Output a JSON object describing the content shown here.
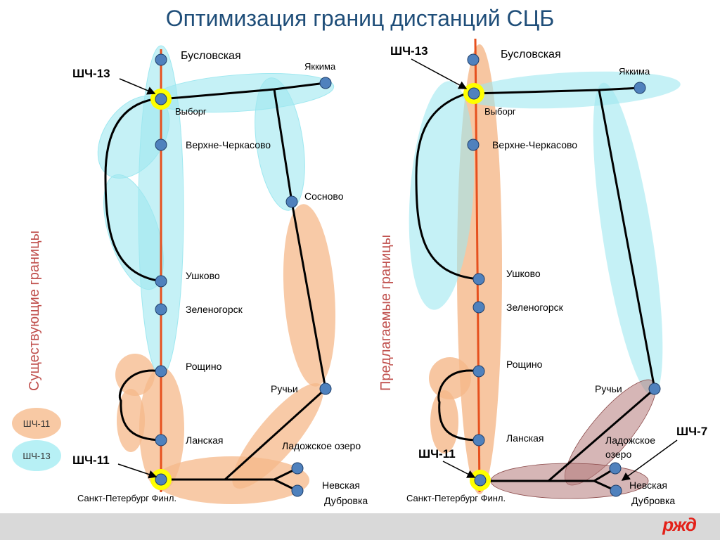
{
  "title": "Оптимизация границ дистанций СЦБ",
  "left_label": "Существующие границы",
  "right_label": "Предлагаемые границы",
  "legend": [
    {
      "label": "ШЧ-11",
      "color": "#f8c9a4"
    },
    {
      "label": "ШЧ-13",
      "color": "#b7f0f5"
    }
  ],
  "logo": "РЖД",
  "colors": {
    "rail": "#e6501e",
    "track": "#000000",
    "node": "#4f81bd",
    "zone_sh11": "#f5b88a",
    "zone_sh13": "#9fe8f0",
    "zone_sh7": "#b57a7a",
    "hub": "#ffff00"
  },
  "left": {
    "stations": {
      "buslovskaya": "Бусловская",
      "yakkima": "Яккима",
      "vyborg": "Выборг",
      "verkhne": "Верхне-Черкасово",
      "sosnovo": "Сосново",
      "ushkovo": "Ушково",
      "zelenogorsk": "Зеленогорск",
      "roschino": "Рощино",
      "ruchyi": "Ручьи",
      "lanskaya": "Ланская",
      "ladozhskoe": "Ладожское озеро",
      "nevskaya": "Невская",
      "dubrovka": "Дубровка",
      "spb": "Санкт-Петербург Финл."
    },
    "callouts": {
      "sh13": "ШЧ-13",
      "sh11": "ШЧ-11"
    }
  },
  "right": {
    "stations": {
      "buslovskaya": "Бусловская",
      "yakkima": "Яккима",
      "vyborg": "Выборг",
      "verkhne": "Верхне-Черкасово",
      "ushkovo": "Ушково",
      "zelenogorsk": "Зеленогорск",
      "roschino": "Рощино",
      "ruchyi": "Ручьи",
      "lanskaya": "Ланская",
      "ladozhskoe1": "Ладожское",
      "ladozhskoe2": "озеро",
      "nevskaya": "Невская",
      "dubrovka": "Дубровка",
      "spb": "Санкт-Петербург Финл."
    },
    "callouts": {
      "sh13": "ШЧ-13",
      "sh11": "ШЧ-11",
      "sh7": "ШЧ-7"
    }
  }
}
